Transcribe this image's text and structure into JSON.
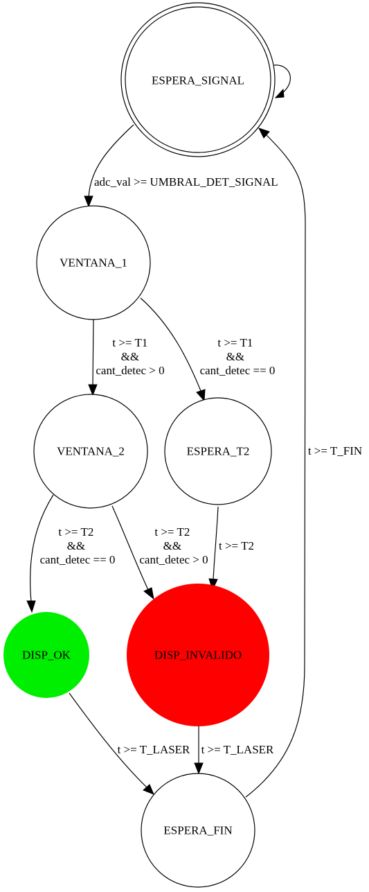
{
  "diagram": {
    "type": "state-machine",
    "nodes": {
      "espera_signal": {
        "label": "ESPERA_SIGNAL",
        "fill": "#ffffff",
        "shape": "doublecircle"
      },
      "ventana_1": {
        "label": "VENTANA_1",
        "fill": "#ffffff"
      },
      "ventana_2": {
        "label": "VENTANA_2",
        "fill": "#ffffff"
      },
      "espera_t2": {
        "label": "ESPERA_T2",
        "fill": "#ffffff"
      },
      "disp_ok": {
        "label": "DISP_OK",
        "fill": "#00ee00"
      },
      "disp_invalido": {
        "label": "DISP_INVALIDO",
        "fill": "#ff0000"
      },
      "espera_fin": {
        "label": "ESPERA_FIN",
        "fill": "#ffffff"
      }
    },
    "edges": {
      "self_loop": {
        "from": "ESPERA_SIGNAL",
        "to": "ESPERA_SIGNAL",
        "label": []
      },
      "signal_to_v1": {
        "from": "ESPERA_SIGNAL",
        "to": "VENTANA_1",
        "label": [
          "adc_val >= UMBRAL_DET_SIGNAL"
        ]
      },
      "v1_to_v2": {
        "from": "VENTANA_1",
        "to": "VENTANA_2",
        "label": [
          "t >= T1",
          "&&",
          "cant_detec > 0"
        ]
      },
      "v1_to_t2": {
        "from": "VENTANA_1",
        "to": "ESPERA_T2",
        "label": [
          "t >= T1",
          "&&",
          "cant_detec == 0"
        ]
      },
      "v2_to_ok": {
        "from": "VENTANA_2",
        "to": "DISP_OK",
        "label": [
          "t >= T2",
          "&&",
          "cant_detec == 0"
        ]
      },
      "v2_to_inv": {
        "from": "VENTANA_2",
        "to": "DISP_INVALIDO",
        "label": [
          "t >= T2",
          "&&",
          "cant_detec > 0"
        ]
      },
      "t2_to_inv": {
        "from": "ESPERA_T2",
        "to": "DISP_INVALIDO",
        "label": [
          "t >= T2"
        ]
      },
      "ok_to_fin": {
        "from": "DISP_OK",
        "to": "ESPERA_FIN",
        "label": [
          "t >= T_LASER"
        ]
      },
      "inv_to_fin": {
        "from": "DISP_INVALIDO",
        "to": "ESPERA_FIN",
        "label": [
          "t >= T_LASER"
        ]
      },
      "fin_to_signal": {
        "from": "ESPERA_FIN",
        "to": "ESPERA_SIGNAL",
        "label": [
          "t >= T_FIN"
        ]
      }
    }
  }
}
